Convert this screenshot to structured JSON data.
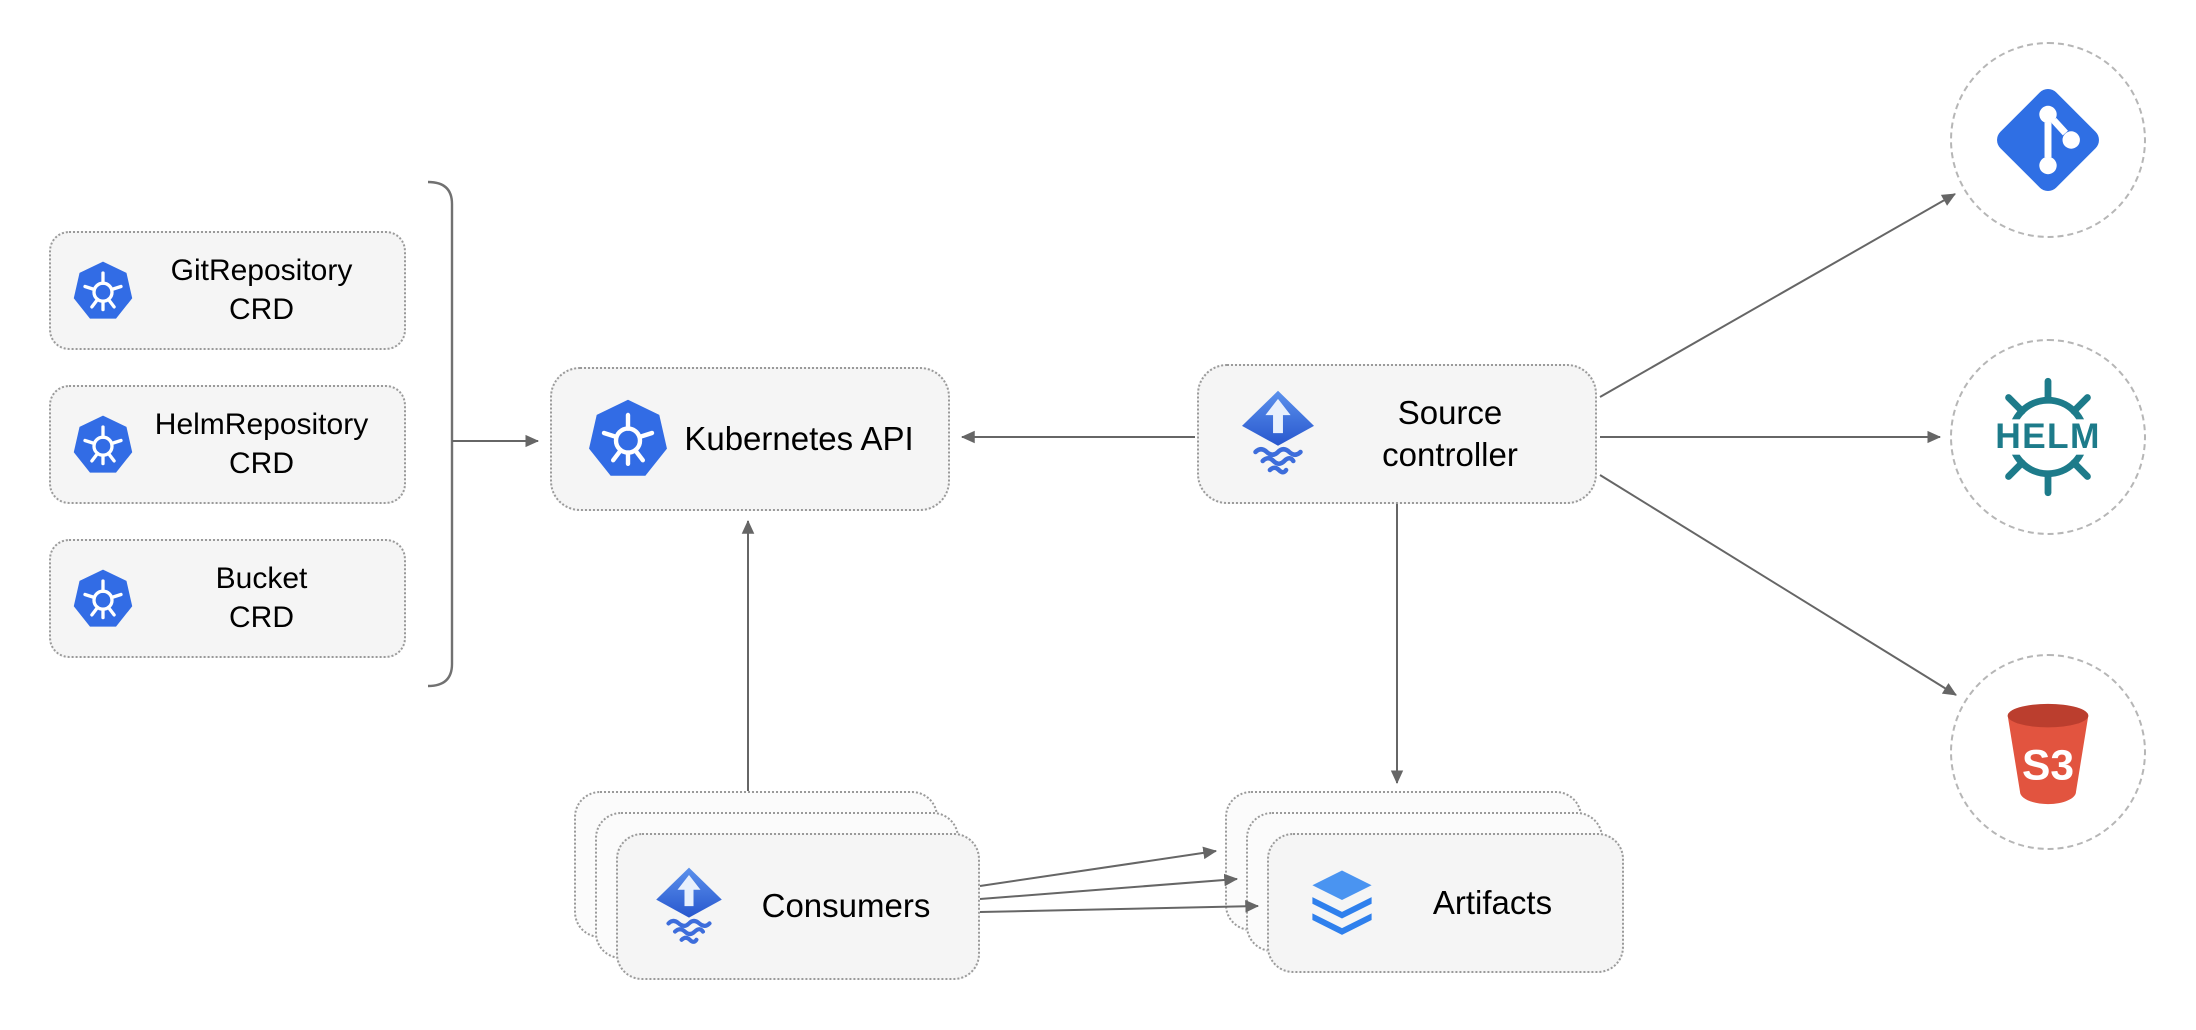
{
  "nodes": {
    "crd_git": {
      "line1": "GitRepository",
      "line2": "CRD"
    },
    "crd_helm": {
      "line1": "HelmRepository",
      "line2": "CRD"
    },
    "crd_bucket": {
      "line1": "Bucket",
      "line2": "CRD"
    },
    "kubernetes_api": {
      "label": "Kubernetes API"
    },
    "source_controller": {
      "line1": "Source",
      "line2": "controller"
    },
    "consumers": {
      "label": "Consumers"
    },
    "artifacts": {
      "label": "Artifacts"
    }
  },
  "externals": {
    "git": {
      "icon": "git-icon"
    },
    "helm": {
      "icon": "helm-icon",
      "label": "HELM"
    },
    "s3": {
      "icon": "s3-icon",
      "label": "S3"
    }
  },
  "edges": [
    {
      "from": "crd-group-bracket",
      "to": "kubernetes_api"
    },
    {
      "from": "source_controller",
      "to": "kubernetes_api"
    },
    {
      "from": "consumers",
      "to": "kubernetes_api"
    },
    {
      "from": "source_controller",
      "to": "artifacts"
    },
    {
      "from": "source_controller",
      "to": "git"
    },
    {
      "from": "source_controller",
      "to": "helm"
    },
    {
      "from": "source_controller",
      "to": "s3"
    },
    {
      "from": "consumers",
      "to": "artifacts",
      "count": 3
    }
  ],
  "colors": {
    "kubernetes_blue": "#326CE5",
    "flux_blue": "#3D6DDB",
    "git_blue": "#2F6FE4",
    "helm_teal": "#1D7B8A",
    "s3_red": "#E2543F",
    "s3_rim_red": "#BB3E2E",
    "layers_blue": "#2F80ED",
    "box_fill": "#F5F5F5",
    "box_border": "#9A9A9A",
    "arrow": "#666666"
  }
}
